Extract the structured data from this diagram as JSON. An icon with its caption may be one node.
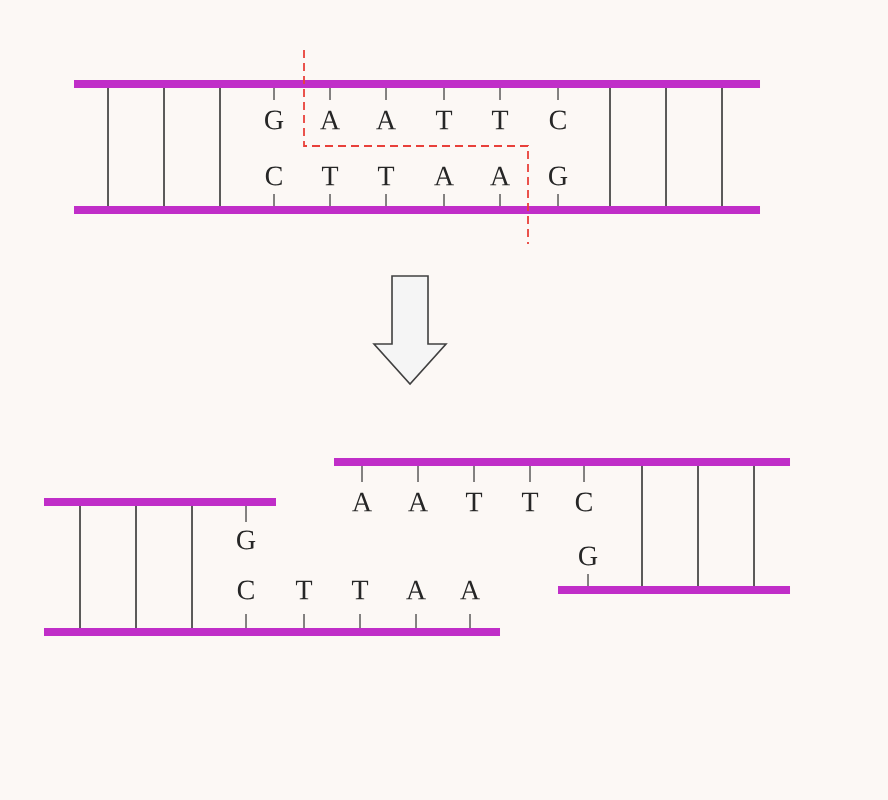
{
  "diagram": {
    "labels": [
      "G",
      "A",
      "A",
      "T",
      "T",
      "C",
      "C",
      "T",
      "T",
      "A",
      "A",
      "G",
      "A",
      "A",
      "T",
      "T",
      "C",
      "G",
      "G",
      "C",
      "T",
      "T",
      "A",
      "A"
    ]
  }
}
